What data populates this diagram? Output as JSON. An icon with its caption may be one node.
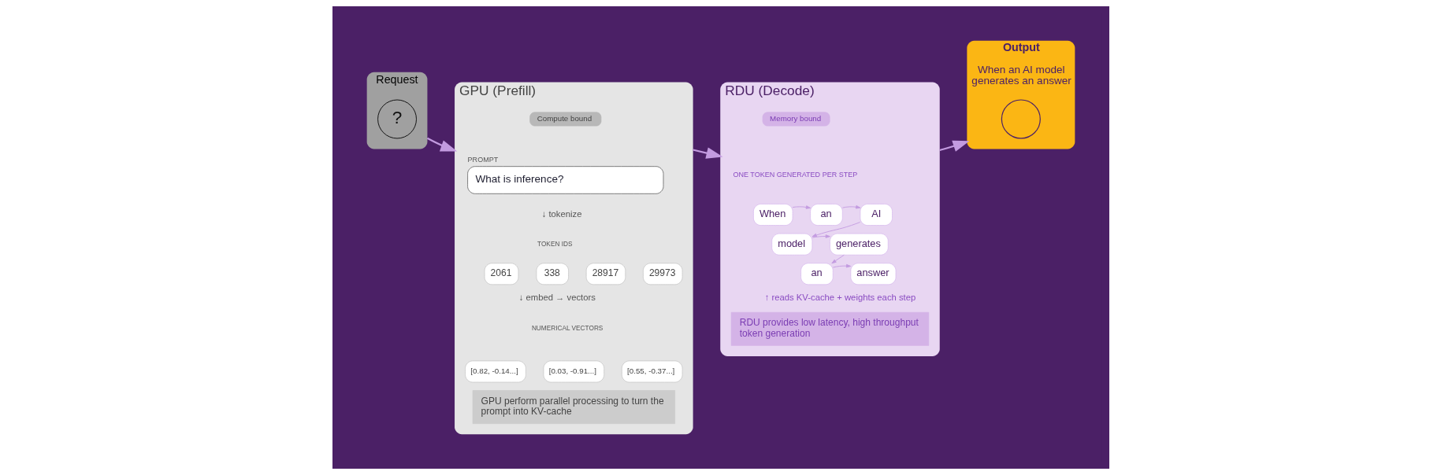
{
  "diagram": {
    "nodes": [
      {
        "text": [
          "Request"
        ]
      },
      {
        "text": [
          "?"
        ],
        "in": 0
      },
      {
        "text": [
          "GPU (Prefill)"
        ]
      },
      {
        "text": [
          "Compute bound"
        ],
        "in": 2
      },
      {
        "text": [
          "PROMPT",
          "What is inference?"
        ],
        "in": 2
      },
      {
        "text": [
          "2061"
        ],
        "in": 2
      },
      {
        "text": [
          "338"
        ],
        "in": 2
      },
      {
        "text": [
          "28917"
        ],
        "in": 2
      },
      {
        "text": [
          "29973"
        ],
        "in": 2
      },
      {
        "text": [
          "[0.82, -0.14...]"
        ],
        "in": 2
      },
      {
        "text": [
          "[0.03, -0.91...]"
        ],
        "in": 2
      },
      {
        "text": [
          "[0.55, -0.37...]"
        ],
        "in": 2
      },
      {
        "text": [
          "GPU perform parallel processing to turn the prompt into KV-cache"
        ],
        "in": 2
      },
      {
        "text": [
          "RDU (Decode)"
        ]
      },
      {
        "text": [
          "Memory bound"
        ],
        "in": 13
      },
      {
        "text": [
          "When"
        ],
        "in": 13
      },
      {
        "text": [
          "an"
        ],
        "in": 13
      },
      {
        "text": [
          "AI"
        ],
        "in": 13
      },
      {
        "text": [
          "model"
        ],
        "in": 13
      },
      {
        "text": [
          "generates"
        ],
        "in": 13
      },
      {
        "text": [
          "an"
        ],
        "in": 13
      },
      {
        "text": [
          "answer"
        ],
        "in": 13
      },
      {
        "text": [
          "RDU provides low latency, high throughput token generation"
        ],
        "in": 13
      },
      {
        "text": [
          "Output",
          "When an AI model generates an answer"
        ]
      },
      {
        "text": [],
        "shape": "circle",
        "in": 23
      }
    ],
    "edges": [
      {
        "from": 0,
        "to": 2,
        "arrow": "to"
      },
      {
        "from": 2,
        "to": 13,
        "arrow": "to"
      },
      {
        "from": 15,
        "to": 16,
        "arrow": "to"
      },
      {
        "from": 16,
        "to": 17,
        "arrow": "to"
      },
      {
        "from": 17,
        "to": 18,
        "arrow": "to"
      },
      {
        "from": 18,
        "to": 19,
        "arrow": "to"
      },
      {
        "from": 19,
        "to": 20,
        "arrow": "to"
      },
      {
        "from": 20,
        "to": 21,
        "arrow": "to"
      },
      {
        "from": 13,
        "to": 23,
        "arrow": "to"
      }
    ],
    "labels": [
      "↓ tokenize",
      "TOKEN IDS",
      "↓ embed → vectors",
      "NUMERICAL VECTORS",
      "ONE TOKEN GENERATED PER STEP",
      "↑ reads KV-cache + weights each step"
    ]
  }
}
